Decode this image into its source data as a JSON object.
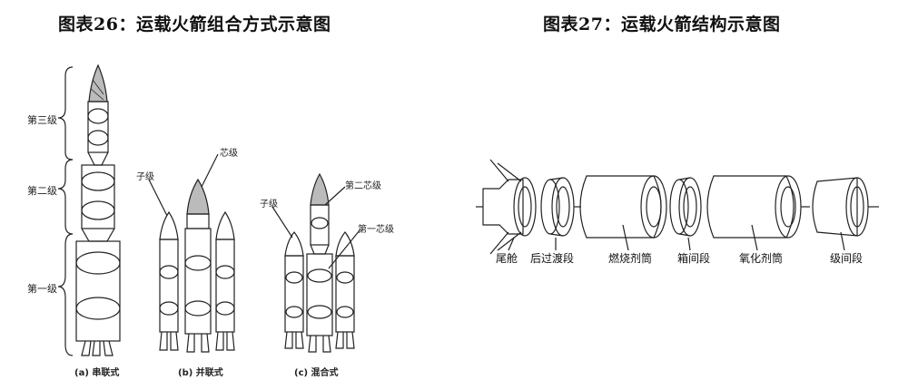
{
  "figure26": {
    "title": "图表26：运载火箭组合方式示意图",
    "stage_labels": {
      "third": "第三级",
      "second": "第二级",
      "first": "第一级"
    },
    "parallel_labels": {
      "core": "芯级",
      "booster": "子级"
    },
    "hybrid_labels": {
      "booster": "子级",
      "second_core": "第二芯级",
      "first_core": "第一芯级"
    },
    "captions": {
      "serial": "(a) 串联式",
      "parallel": "(b) 并联式",
      "hybrid": "(c) 混合式"
    }
  },
  "figure27": {
    "title": "图表27：运载火箭结构示意图",
    "parts": [
      "尾舱",
      "后过渡段",
      "燃烧剂筒",
      "箱间段",
      "氧化剂筒",
      "级间段"
    ]
  }
}
